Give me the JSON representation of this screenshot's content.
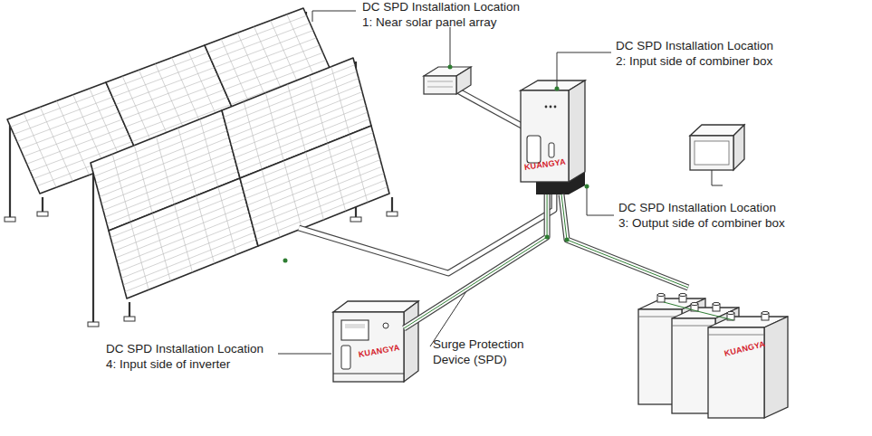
{
  "diagram": {
    "nodes": [
      {
        "text": [
          "KUANGYA"
        ]
      },
      {
        "text": [
          "KUANGYA"
        ]
      },
      {
        "text": [
          "KUANGYA"
        ]
      }
    ],
    "edges": [
      {
        "from": 0,
        "to": 1,
        "arrow": "none"
      },
      {
        "from": 0,
        "to": 2,
        "arrow": "none"
      }
    ],
    "labels": [
      "DC SPD Installation Location",
      "1: Near solar panel array",
      "DC SPD Installation Location",
      "2: Input side of combiner box",
      "DC SPD Installation Location",
      "3: Output side of combiner box",
      "DC SPD Installation Location",
      "4: Input side of inverter",
      "Surge Protection",
      "Device (SPD)"
    ]
  }
}
